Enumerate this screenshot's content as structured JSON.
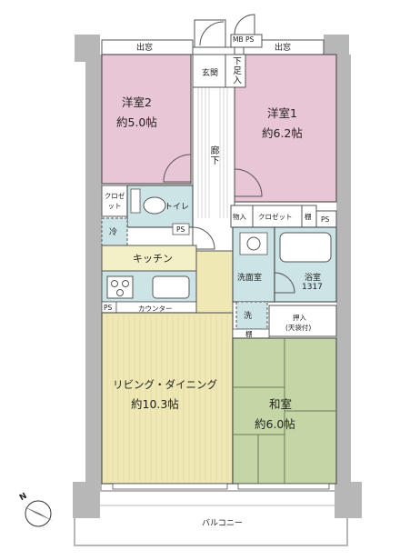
{
  "colors": {
    "western_room": "#e9c6d6",
    "kitchen": "#f3f0c7",
    "living": "#efe8b5",
    "washitsu": "#c5d6a6",
    "wet_area": "#cde4e6",
    "corridor": "#ffffff",
    "wall": "#b7b7b7"
  },
  "rooms": {
    "western2": {
      "name": "洋室2",
      "size": "約5.0帖"
    },
    "western1": {
      "name": "洋室1",
      "size": "約6.2帖"
    },
    "living": {
      "name": "リビング・ダイニング",
      "size": "約10.3帖"
    },
    "washitsu": {
      "name": "和室",
      "size": "約6.0帖"
    },
    "kitchen": "キッチン",
    "toilet": "トイレ",
    "washroom": "洗面室",
    "bath": {
      "name": "浴室",
      "size": "1317"
    },
    "entrance": "玄関",
    "shoebox": "下足入",
    "corridor": "廊下"
  },
  "labels": {
    "bay_left": "出窓",
    "bay_right": "出窓",
    "mbps": "MB PS",
    "closet_small": "クロゼット",
    "closet": "クロゼット",
    "storage": "物入",
    "shelf": "棚",
    "ps_toilet": "PS",
    "ps_right": "PS",
    "ps_kitchen": "PS",
    "fridge": "冷",
    "counter": "カウンター",
    "washer": "洗",
    "oshiire": "押入",
    "oshiire_sub": "(天袋付)",
    "shelf_washitsu": "棚",
    "balcony": "バルコニー",
    "north": "N"
  }
}
